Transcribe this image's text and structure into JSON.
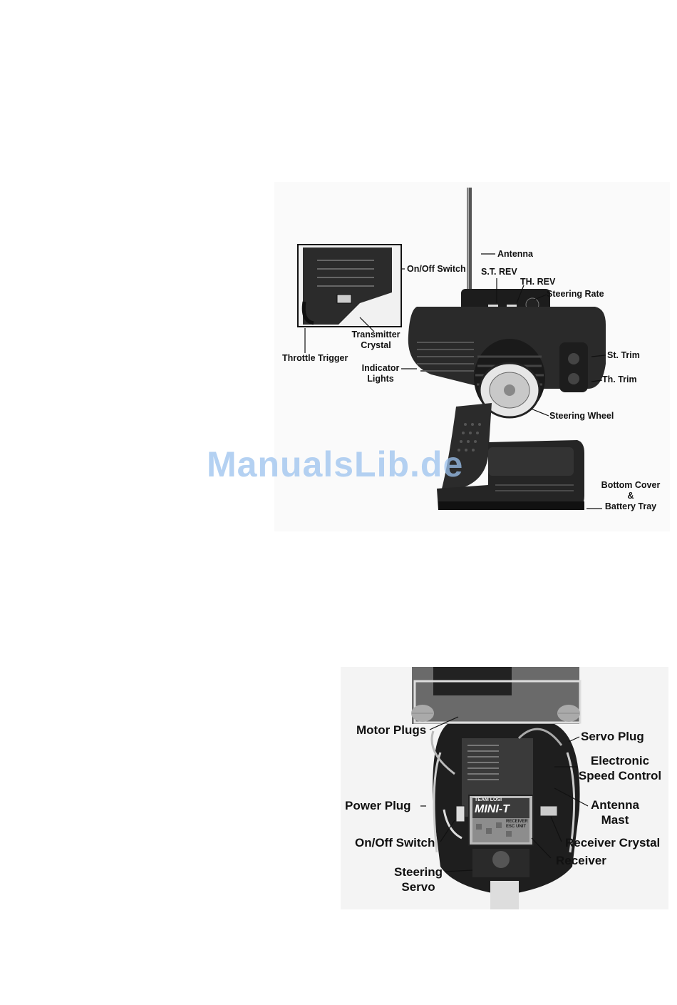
{
  "figure_transmitter": {
    "labels": {
      "antenna": "Antenna",
      "on_off_switch": "On/Off Switch",
      "st_rev": "S.T. REV",
      "th_rev": "TH. REV",
      "steering_rate": "Steering Rate",
      "transmitter_crystal_line1": "Transmitter",
      "transmitter_crystal_line2": "Crystal",
      "throttle_trigger": "Throttle Trigger",
      "indicator_lights_line1": "Indicator",
      "indicator_lights_line2": "Lights",
      "st_trim": "St. Trim",
      "th_trim": "Th. Trim",
      "steering_wheel": "Steering Wheel",
      "bottom_cover_line1": "Bottom Cover",
      "bottom_cover_line2": "&",
      "bottom_cover_line3": "Battery Tray"
    }
  },
  "figure_receiver": {
    "labels": {
      "motor_plugs": "Motor Plugs",
      "servo_plug": "Servo Plug",
      "esc_line1": "Electronic",
      "esc_line2": "Speed Control",
      "power_plug": "Power Plug",
      "antenna_mast_line1": "Antenna",
      "antenna_mast_line2": "Mast",
      "on_off_switch": "On/Off Switch",
      "receiver_crystal": "Receiver Crystal",
      "receiver": "Receiver",
      "steering_servo_line1": "Steering",
      "steering_servo_line2": "Servo"
    },
    "board_text": {
      "brand": "TEAM LOSI",
      "model": "MINI-T",
      "sub_line1": "RECEIVER",
      "sub_line2": "ESC UNIT"
    }
  },
  "watermark": "ManualsLib.de"
}
